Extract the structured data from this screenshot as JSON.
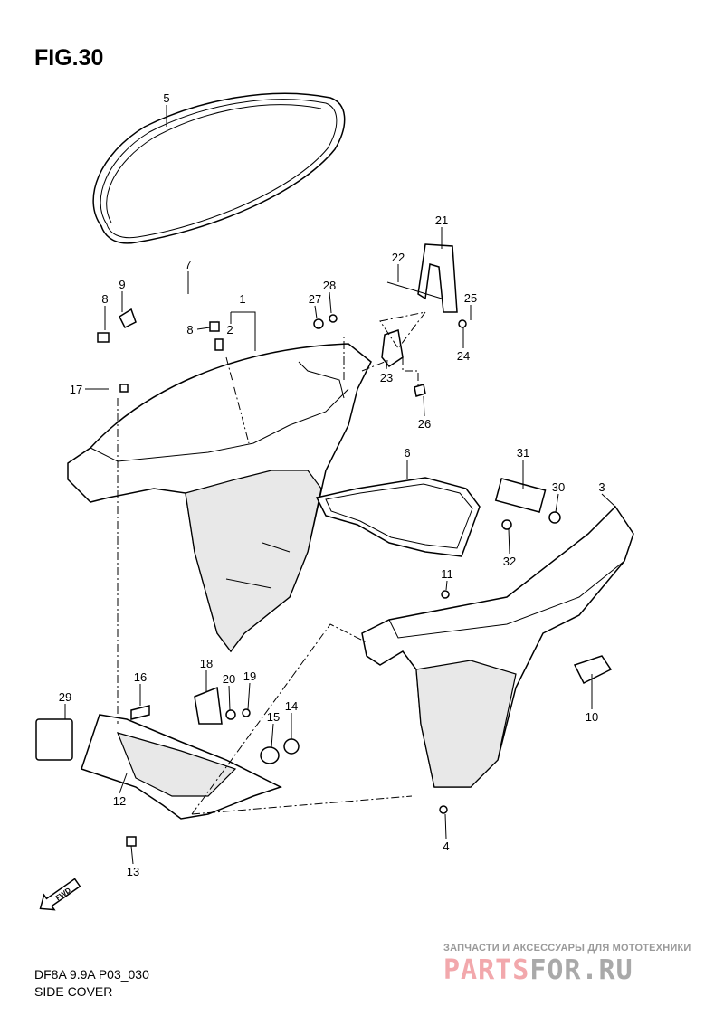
{
  "figure_label": "FIG.30",
  "model_code": "DF8A 9.9A P03_030",
  "section_title": "SIDE COVER",
  "watermark": {
    "subtitle": "ЗАПЧАСТИ И АКСЕССУАРЫ ДЛЯ МОТОТЕХНИКИ",
    "logo_part1": "PARTS",
    "logo_part2": "FOR.RU"
  },
  "fwd_label": "FWD",
  "callouts": [
    "5",
    "7",
    "9",
    "8",
    "8",
    "2",
    "1",
    "27",
    "28",
    "21",
    "22",
    "25",
    "24",
    "23",
    "26",
    "17",
    "6",
    "31",
    "30",
    "3",
    "32",
    "11",
    "10",
    "4",
    "18",
    "16",
    "20",
    "19",
    "14",
    "15",
    "29",
    "12",
    "13"
  ]
}
